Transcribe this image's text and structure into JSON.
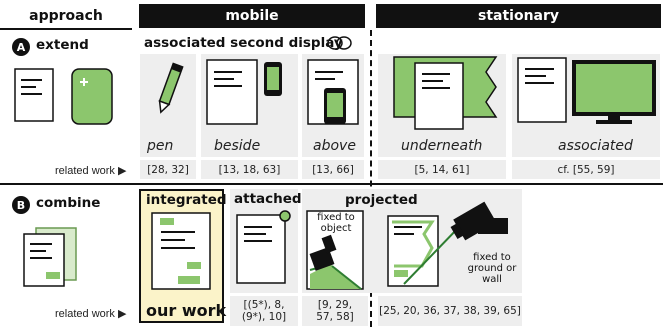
{
  "header": {
    "approach": "approach",
    "mobile": "mobile",
    "stationary": "stationary"
  },
  "rows": {
    "extend": {
      "badge": "A",
      "name": "extend"
    },
    "combine": {
      "badge": "B",
      "name": "combine"
    }
  },
  "related_work_label": "related work",
  "extend": {
    "section_title": "associated second display",
    "items": [
      {
        "label": "pen",
        "refs": "[28, 32]"
      },
      {
        "label": "beside",
        "refs": "[13, 18, 63]"
      },
      {
        "label": "above",
        "refs": "[13, 66]"
      },
      {
        "label": "underneath",
        "refs": "[5, 14, 61]"
      },
      {
        "label": "associated",
        "refs": "cf. [55, 59]"
      }
    ]
  },
  "combine": {
    "integrated": {
      "title": "integrated",
      "refs": "our work"
    },
    "attached": {
      "title": "attached",
      "refs": "[(5*), 8, (9*), 10]"
    },
    "projected": {
      "title": "projected",
      "fixed_object": "fixed to object",
      "fixed_ground": "fixed to ground or wall",
      "refs_object": "[9, 29, 57, 58]",
      "refs_ground": "[25, 20, 36, 37, 38, 39, 65]"
    }
  },
  "colors": {
    "green": "#8cc66d",
    "dark_green": "#2e7d32",
    "highlight": "#fbf3c9",
    "highlight_border": "#111111",
    "panel": "#eeeeee",
    "header": "#111111"
  },
  "icons": [
    "link-icon",
    "pen-icon",
    "phone-icon",
    "monitor-icon",
    "projector-icon",
    "play-icon"
  ]
}
